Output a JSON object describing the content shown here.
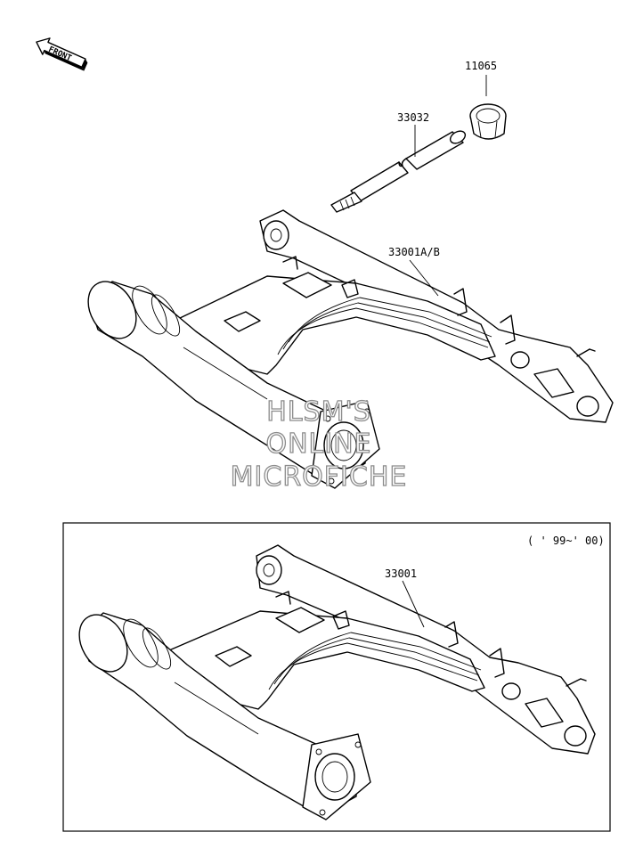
{
  "front_arrow": {
    "label": "FRONT",
    "icon": "front-direction-arrow-icon"
  },
  "parts": {
    "cap": "11065",
    "pivot_shaft": "33032",
    "swingarm_top": "33001A/B",
    "swingarm_bottom": "33001"
  },
  "inset_box": {
    "years": "( ' 99~' 00)"
  },
  "watermark": {
    "line1": "HLSM'S",
    "line2": "ONLINE",
    "line3": "MICROFICHE"
  },
  "colors": {
    "line": "#000000",
    "watermark_outline": "#8c8c8c",
    "background": "#ffffff"
  }
}
